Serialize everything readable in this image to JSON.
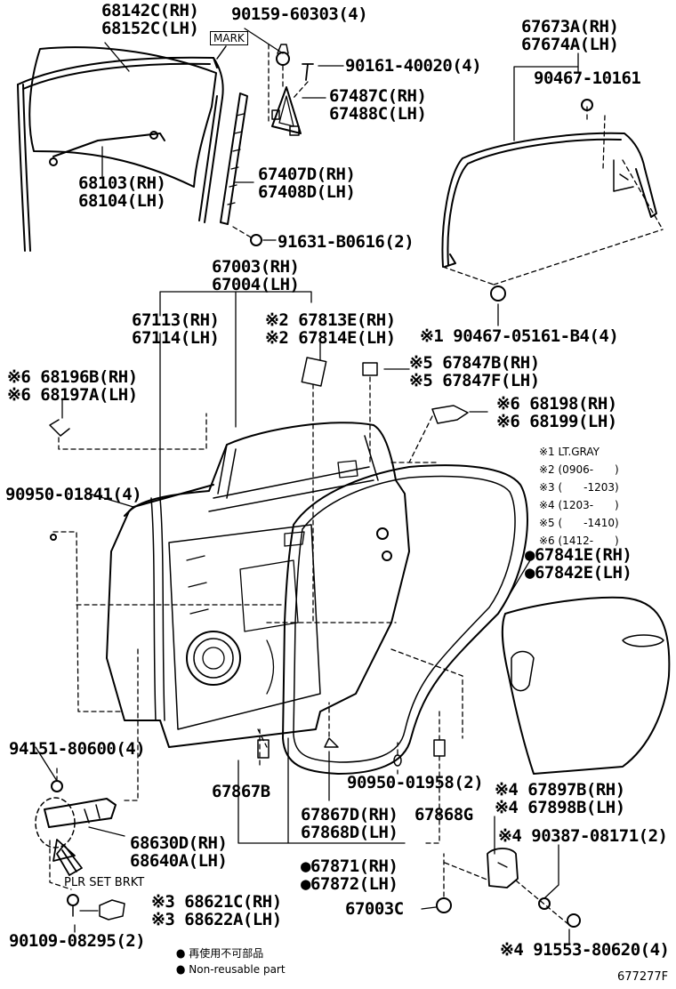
{
  "labels": {
    "p68142": [
      "68142C(RH)",
      "68152C(LH)"
    ],
    "mark": "MARK",
    "p90159": "90159-60303(4)",
    "p90161": "90161-40020(4)",
    "p67487": [
      "67487C(RH)",
      "67488C(LH)"
    ],
    "p68103": [
      "68103(RH)",
      "68104(LH)"
    ],
    "p67407": [
      "67407D(RH)",
      "67408D(LH)"
    ],
    "p91631": "91631-B0616(2)",
    "p67673": [
      "67673A(RH)",
      "67674A(LH)"
    ],
    "p90467_10161": "90467-10161",
    "p90467_05161": "※1 90467-05161-B4(4)",
    "p67003": [
      "67003(RH)",
      "67004(LH)"
    ],
    "p67113": [
      "67113(RH)",
      "67114(LH)"
    ],
    "p67813": [
      "※2 67813E(RH)",
      "※2 67814E(LH)"
    ],
    "p68196": [
      "※6 68196B(RH)",
      "※6 68197A(LH)"
    ],
    "p67847": [
      "※5 67847B(RH)",
      "※5 67847F(LH)"
    ],
    "p68198": [
      "※6 68198(RH)",
      "※6 68199(LH)"
    ],
    "p90950_01841": "90950-01841(4)",
    "p67841": [
      "●67841E(RH)",
      "●67842E(LH)"
    ],
    "p94151": "94151-80600(4)",
    "p67867b": "67867B",
    "p90950_01958": "90950-01958(2)",
    "p67897": [
      "※4 67897B(RH)",
      "※4 67898B(LH)"
    ],
    "p67867d": [
      "67867D(RH)",
      "67868D(LH)"
    ],
    "p67868g": "67868G",
    "p90387": "※4 90387-08171(2)",
    "p68630": [
      "68630D(RH)",
      "68640A(LH)"
    ],
    "p67871": [
      "●67871(RH)",
      "●67872(LH)"
    ],
    "plr": "PLR SET BRKT",
    "p68621": [
      "※3 68621C(RH)",
      "※3 68622A(LH)"
    ],
    "p67003c": "67003C",
    "p90109": "90109-08295(2)",
    "p91553": "※4 91553-80620(4)",
    "fig": "677277F"
  },
  "notes": [
    "※1 LT.GRAY",
    "※2 (0906-　　)",
    "※3 (　　-1203)",
    "※4 (1203-　　)",
    "※5 (　　-1410)",
    "※6 (1412-　　)"
  ],
  "legend": {
    "line1": "● 再使用不可部品",
    "line2": "● Non-reusable part"
  }
}
